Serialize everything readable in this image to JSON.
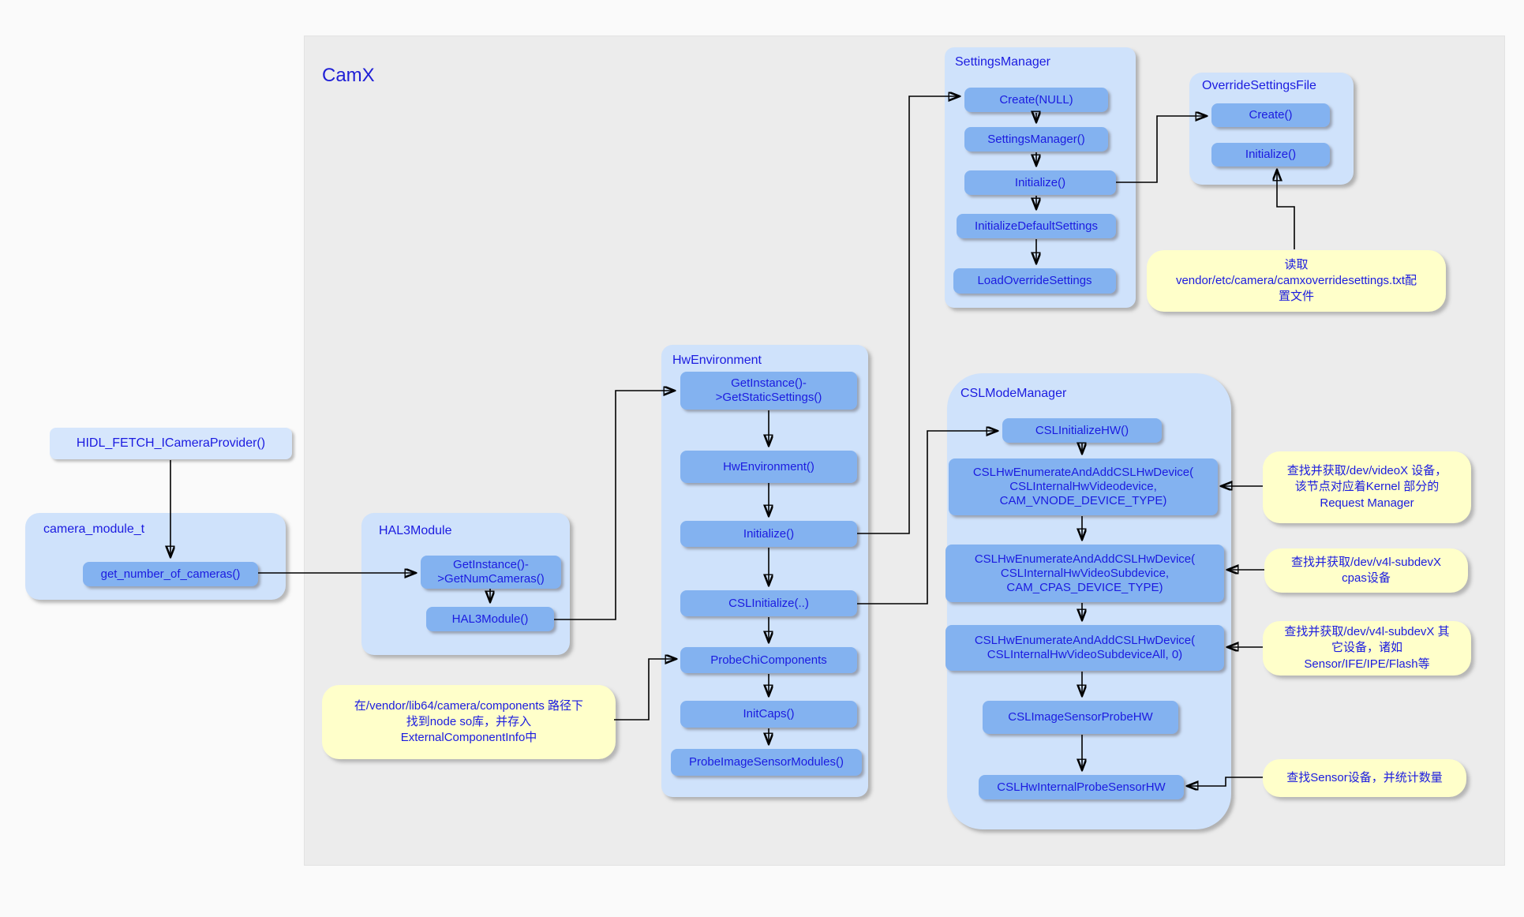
{
  "title": "CamX",
  "nodes": {
    "hidl": {
      "label": "HIDL_FETCH_ICameraProvider()"
    },
    "camera_module": {
      "title": "camera_module_t",
      "items": [
        "get_number_of_cameras()"
      ]
    },
    "hal3": {
      "title": "HAL3Module",
      "items": [
        "GetInstance()-\n>GetNumCameras()",
        "HAL3Module()"
      ]
    },
    "hwenv": {
      "title": "HwEnvironment",
      "items": [
        "GetInstance()-\n>GetStaticSettings()",
        "HwEnvironment()",
        "Initialize()",
        "CSLInitialize(..)",
        "ProbeChiComponents",
        "InitCaps()",
        "ProbeImageSensorModules()"
      ]
    },
    "settings": {
      "title": "SettingsManager",
      "items": [
        "Create(NULL)",
        "SettingsManager()",
        "Initialize()",
        "InitializeDefaultSettings",
        "LoadOverrideSettings"
      ]
    },
    "override": {
      "title": "OverrideSettingsFile",
      "items": [
        "Create()",
        "Initialize()"
      ]
    },
    "csl": {
      "title": "CSLModeManager",
      "items": [
        "CSLInitializeHW()",
        "CSLHwEnumerateAndAddCSLHwDevice(\nCSLInternalHwVideodevice,\nCAM_VNODE_DEVICE_TYPE)",
        "CSLHwEnumerateAndAddCSLHwDevice(\nCSLInternalHwVideoSubdevice,\nCAM_CPAS_DEVICE_TYPE)",
        "CSLHwEnumerateAndAddCSLHwDevice(\nCSLInternalHwVideoSubdeviceAll, 0)",
        "CSLImageSensorProbeHW",
        "CSLHwInternalProbeSensorHW"
      ]
    }
  },
  "notes": {
    "override_file": "读取\nvendor/etc/camera/camxoverridesettings.txt配\n置文件",
    "video_node": "查找并获取/dev/videoX 设备，\n该节点对应着Kernel 部分的\nRequest Manager",
    "cpas": "查找并获取/dev/v4l-subdevX\ncpas设备",
    "other_subdev": "查找并获取/dev/v4l-subdevX 其\n它设备，诸如\nSensor/IFE/IPE/Flash等",
    "sensor_count": "查找Sensor设备，并统计数量",
    "components": "在/vendor/lib64/camera/components 路径下\n找到node so库，并存入\nExternalComponentInfo中"
  },
  "colors": {
    "page_background": "#fafafa",
    "panel_background": "#ececec",
    "container_fill": "#cfe2fb",
    "block_fill": "#83b2f0",
    "note_fill": "#ffffca",
    "text_blue": "#1b1be0",
    "arrow": "#000000"
  }
}
